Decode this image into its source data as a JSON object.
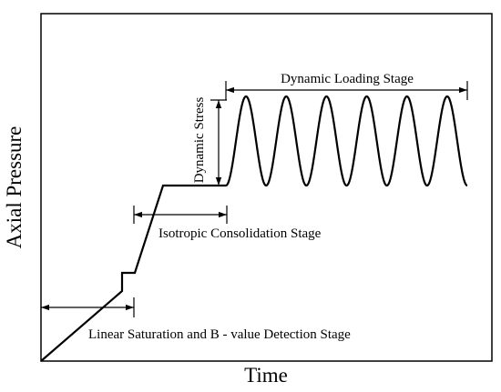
{
  "axes": {
    "x_label": "Time",
    "y_label": "Axial Pressure"
  },
  "annotations": {
    "dynamic_loading": "Dynamic Loading Stage",
    "dynamic_stress": "Dynamic Stress",
    "isotropic_consolidation": "Isotropic Consolidation Stage",
    "linear_saturation": "Linear Saturation and B - value Detection Stage"
  },
  "loading_curve": {
    "oscillation_cycles": 6
  },
  "colors": {
    "stroke": "#000000",
    "background": "#ffffff"
  }
}
